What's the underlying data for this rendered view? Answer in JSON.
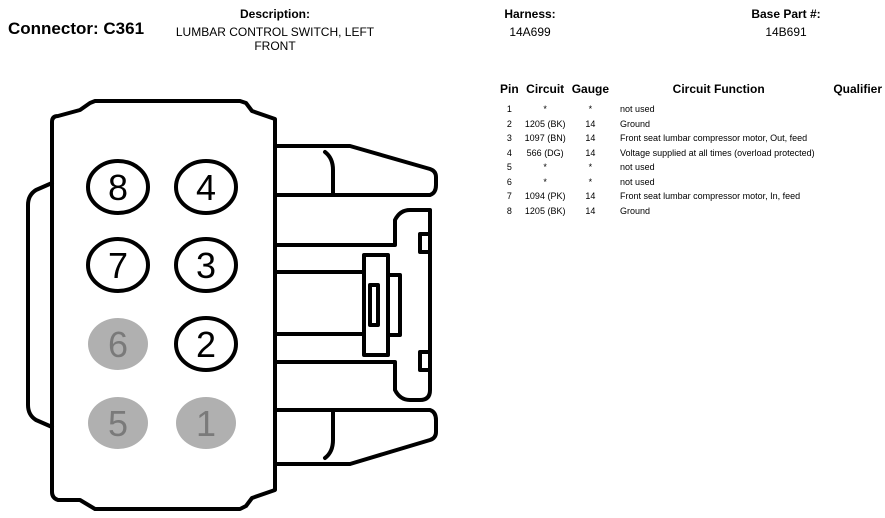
{
  "connector": {
    "label": "Connector: C361"
  },
  "description": {
    "heading": "Description:",
    "line1": "LUMBAR CONTROL SWITCH, LEFT",
    "line2": "FRONT"
  },
  "harness": {
    "heading": "Harness:",
    "value": "14A699"
  },
  "base_part": {
    "heading": "Base Part #:",
    "value": "14B691"
  },
  "pin_table": {
    "headers": {
      "pin": "Pin",
      "circuit": "Circuit",
      "gauge": "Gauge",
      "function": "Circuit Function",
      "qualifier": "Qualifier"
    },
    "rows": [
      {
        "pin": "1",
        "circuit": "*",
        "gauge": "*",
        "function": "not used",
        "qualifier": ""
      },
      {
        "pin": "2",
        "circuit": "1205 (BK)",
        "gauge": "14",
        "function": "Ground",
        "qualifier": ""
      },
      {
        "pin": "3",
        "circuit": "1097 (BN)",
        "gauge": "14",
        "function": "Front seat lumbar compressor motor, Out, feed",
        "qualifier": ""
      },
      {
        "pin": "4",
        "circuit": "566 (DG)",
        "gauge": "14",
        "function": "Voltage supplied at all times (overload protected)",
        "qualifier": ""
      },
      {
        "pin": "5",
        "circuit": "*",
        "gauge": "*",
        "function": "not used",
        "qualifier": ""
      },
      {
        "pin": "6",
        "circuit": "*",
        "gauge": "*",
        "function": "not used",
        "qualifier": ""
      },
      {
        "pin": "7",
        "circuit": "1094 (PK)",
        "gauge": "14",
        "function": "Front seat lumbar compressor motor, In, feed",
        "qualifier": ""
      },
      {
        "pin": "8",
        "circuit": "1205 (BK)",
        "gauge": "14",
        "function": "Ground",
        "qualifier": ""
      }
    ]
  },
  "diagram": {
    "pins": [
      {
        "label": "8",
        "used": true
      },
      {
        "label": "4",
        "used": true
      },
      {
        "label": "7",
        "used": true
      },
      {
        "label": "3",
        "used": true
      },
      {
        "label": "6",
        "used": false
      },
      {
        "label": "2",
        "used": true
      },
      {
        "label": "5",
        "used": false
      },
      {
        "label": "1",
        "used": false
      }
    ],
    "colors": {
      "line": "#000000",
      "unused_fill": "#b0b0b0",
      "unused_text": "#7a7a7a"
    }
  }
}
